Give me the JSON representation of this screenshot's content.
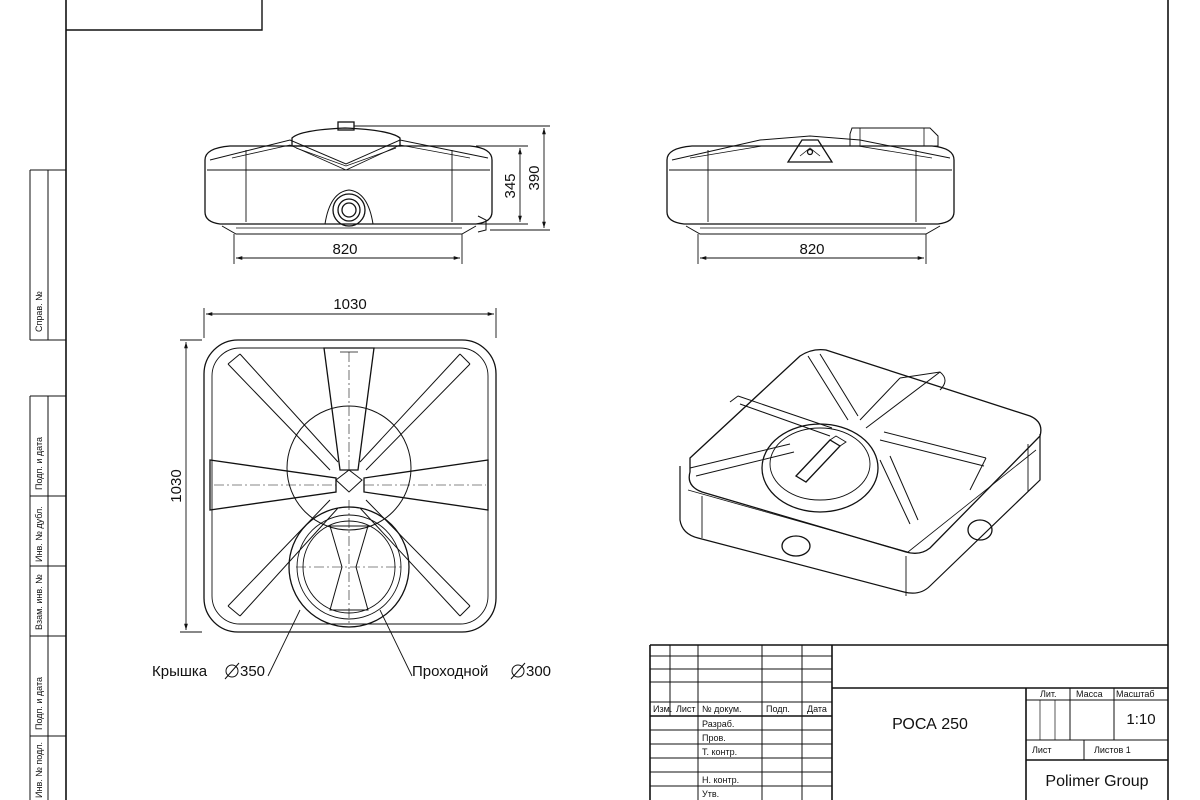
{
  "dimensions": {
    "front_width": "820",
    "front_height_body": "345",
    "front_height_total": "390",
    "side_width": "820",
    "top_width": "1030",
    "top_height": "1030"
  },
  "callouts": {
    "lid_label": "Крышка",
    "lid_value": "350",
    "port_label": "Проходной",
    "port_value": "300"
  },
  "left_margin": {
    "sprav": "Справ. №",
    "podp_data_1": "Подп. и дата",
    "inv_dubl": "Инв. № дубл.",
    "vzam_inv": "Взам. инв. №",
    "podp_data_2": "Подп. и дата",
    "inv_podl": "Инв. № подл."
  },
  "title_block": {
    "col_izm": "Изм.",
    "col_list": "Лист",
    "col_doc": "№ докум.",
    "col_podp": "Подп.",
    "col_data": "Дата",
    "row_razrab": "Разраб.",
    "row_prov": "Пров.",
    "row_tkontr": "Т. контр.",
    "row_nkontr": "Н. контр.",
    "row_utv": "Утв.",
    "product": "РОСА 250",
    "lit_label": "Лит.",
    "mass_label": "Масса",
    "scale_label": "Масштаб",
    "scale_value": "1:10",
    "sheet_label": "Лист",
    "sheets_label": "Листов 1",
    "company": "Polimer Group"
  }
}
